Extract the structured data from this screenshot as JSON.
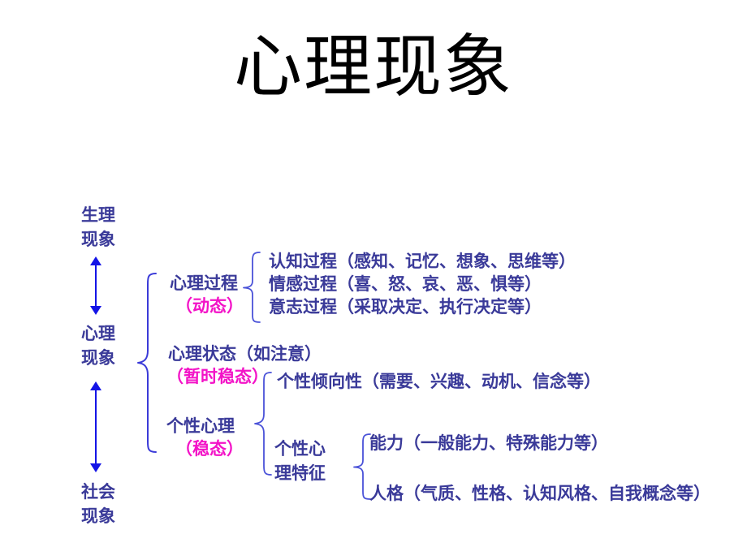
{
  "slide": {
    "background_color": "#ffffff",
    "title": "心理现象"
  },
  "colors": {
    "title": "#000000",
    "text": "#3a3a99",
    "accent_pink": "#f313c7",
    "arrow_blue": "#1414e6",
    "brace_blue": "#3a3ad8"
  },
  "levels": {
    "top": "生理\n现象",
    "middle": "心理\n现象",
    "bottom": "社会\n现象"
  },
  "branches": {
    "process": {
      "label": "心理过程",
      "note": "（动态）",
      "items": [
        "认知过程（感知、记忆、想象、思维等）",
        "情感过程（喜、怒、哀、恶、惧等）",
        "意志过程（采取决定、执行决定等）"
      ]
    },
    "state": {
      "label": "心理状态（如注意）",
      "note": "（暂时稳态）"
    },
    "personality": {
      "label": "个性心理",
      "note": "（稳态）",
      "tendency": "个性倾向性（需要、兴趣、动机、信念等）",
      "traits_label": "个性心\n 理特征",
      "traits": [
        "能力（一般能力、特殊能力等）",
        "人格（气质、性格、认知风格、自我概念等）"
      ]
    }
  },
  "chart_data": {
    "type": "diagram",
    "title": "心理现象",
    "structure": "hierarchical bracket tree",
    "axis_levels": [
      "生理现象",
      "心理现象",
      "社会现象"
    ],
    "nodes": [
      {
        "id": "process",
        "label": "心理过程",
        "note": "（动态）",
        "children": [
          "认知过程（感知、记忆、想象、思维等）",
          "情感过程（喜、怒、哀、恶、惧等）",
          "意志过程（采取决定、执行决定等）"
        ]
      },
      {
        "id": "state",
        "label": "心理状态（如注意）",
        "note": "（暂时稳态）",
        "children": []
      },
      {
        "id": "personality",
        "label": "个性心理",
        "note": "（稳态）",
        "children": [
          "个性倾向性（需要、兴趣、动机、信念等）",
          {
            "label": "个性心理特征",
            "children": [
              "能力（一般能力、特殊能力等）",
              "人格（气质、性格、认知风格、自我概念等）"
            ]
          }
        ]
      }
    ]
  }
}
